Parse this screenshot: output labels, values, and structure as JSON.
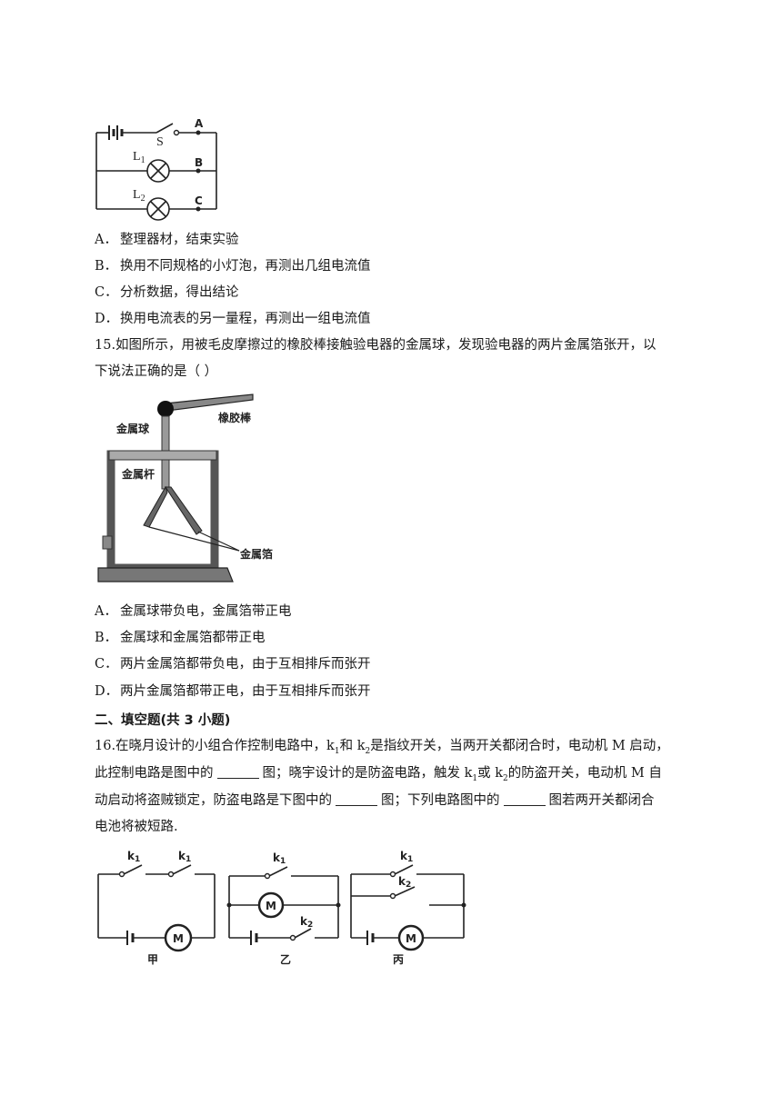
{
  "q14": {
    "figure": {
      "switch_label": "S",
      "point_a": "A",
      "point_b": "B",
      "point_c": "C",
      "lamp1": "L",
      "lamp1_sub": "1",
      "lamp2": "L",
      "lamp2_sub": "2"
    },
    "options": [
      {
        "label": "A．",
        "text": "整理器材，结束实验"
      },
      {
        "label": "B．",
        "text": "换用不同规格的小灯泡，再测出几组电流值"
      },
      {
        "label": "C．",
        "text": "分析数据，得出结论"
      },
      {
        "label": "D．",
        "text": "换用电流表的另一量程，再测出一组电流值"
      }
    ]
  },
  "q15": {
    "stem_line1": "15.如图所示，用被毛皮摩擦过的橡胶棒接触验电器的金属球，发现验电器的两片金属箔张开，以",
    "stem_line2": "下说法正确的是（    ）",
    "figure": {
      "ball_label": "金属球",
      "rod_label": "橡胶棒",
      "bar_label": "金属杆",
      "foil_label": "金属箔"
    },
    "options": [
      {
        "label": "A．",
        "text": "金属球带负电，金属箔带正电"
      },
      {
        "label": "B．",
        "text": "金属球和金属箔都带正电"
      },
      {
        "label": "C．",
        "text": "两片金属箔都带负电，由于互相排斥而张开"
      },
      {
        "label": "D．",
        "text": "两片金属箔都带正电，由于互相排斥而张开"
      }
    ]
  },
  "section2": {
    "title": "二、填空题(共 3 小题)"
  },
  "q16": {
    "part1": "16.在晓月设计的小组合作控制电路中，k",
    "part2": "和 k",
    "part3": "是指纹开关，当两开关都闭合时，电动机 M 启动，",
    "line2_a": "此控制电路是图中的",
    "line2_b": "图；晓宇设计的是防盗电路，触发 k",
    "line2_c": "或 k",
    "line2_d": "的防盗开关，电动机 M 自",
    "line3_a": "动启动将盗贼锁定，防盗电路是下图中的",
    "line3_b": "图；下列电路图中的",
    "line3_c": "图若两开关都闭合",
    "line4": "电池将被短路.",
    "sub1": "1",
    "sub2": "2",
    "figure": {
      "k1": "k",
      "k2": "k",
      "sub1": "1",
      "sub2": "2",
      "motor": "M",
      "jia": "甲",
      "yi": "乙",
      "bing": "丙"
    }
  }
}
